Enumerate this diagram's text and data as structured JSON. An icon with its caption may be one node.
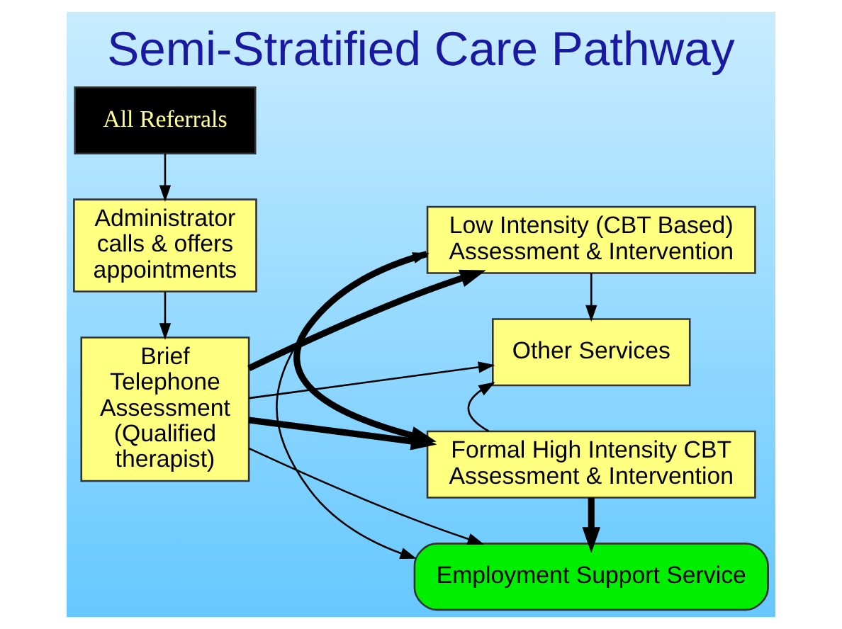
{
  "diagram": {
    "title": "Semi-Stratified Care Pathway",
    "nodes": [
      {
        "text": [
          "All Referrals"
        ]
      },
      {
        "text": [
          "Administrator calls & offers appointments"
        ]
      },
      {
        "text": [
          "Brief Telephone Assessment (Qualified therapist)"
        ]
      },
      {
        "text": [
          "Other Services"
        ]
      },
      {
        "text": [
          "Formal High Intensity CBT Assessment & Intervention"
        ]
      },
      {
        "text": [
          "Low Intensity (CBT Based) Assessment & Intervention"
        ]
      },
      {
        "text": [
          "Employment Support Service"
        ]
      }
    ],
    "edges": [
      {
        "from": 0,
        "to": 1,
        "arrow": "to"
      },
      {
        "from": 1,
        "to": 2,
        "arrow": "to"
      },
      {
        "from": 2,
        "to": 3,
        "arrow": "to"
      },
      {
        "from": 2,
        "to": 4,
        "arrow": "to",
        "style": "thick"
      },
      {
        "from": 2,
        "to": 5,
        "arrow": "to",
        "style": "thick"
      },
      {
        "from": 2,
        "to": 6,
        "arrow": "to"
      },
      {
        "from": 5,
        "to": 4,
        "arrow": "to",
        "style": "thick"
      },
      {
        "from": 4,
        "to": 3,
        "arrow": "to"
      },
      {
        "from": 5,
        "to": 3,
        "arrow": "to"
      },
      {
        "from": 4,
        "to": 6,
        "arrow": "to",
        "style": "thick"
      },
      {
        "from": 5,
        "to": 6,
        "arrow": "both"
      }
    ]
  }
}
